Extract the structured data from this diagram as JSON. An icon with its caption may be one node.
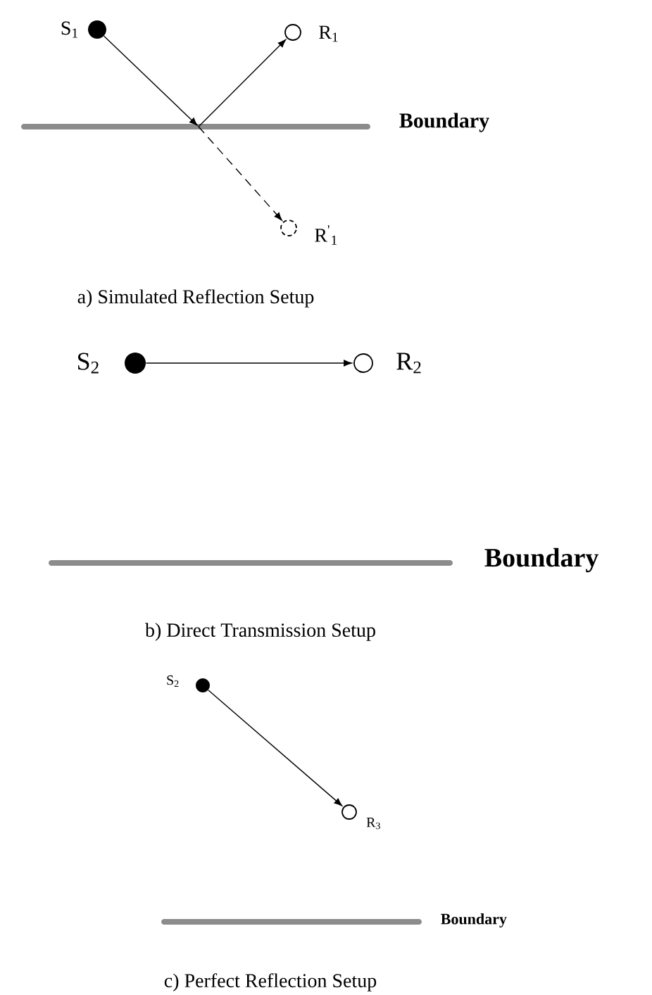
{
  "diagram": {
    "nodes": [
      {
        "text": [],
        "shape": "circle",
        "beside": [
          "S$_{1}$"
        ]
      },
      {
        "text": [],
        "shape": "circle",
        "beside": [
          "R$_{1}$"
        ]
      },
      {
        "text": [],
        "shape": "bar",
        "beside": [
          "Boundary"
        ]
      },
      {
        "text": [],
        "shape": "circle",
        "beside": [
          "R$^{'}$$_{1}$"
        ]
      },
      {
        "text": [],
        "shape": "circle",
        "beside": [
          "S$_{2}$"
        ]
      },
      {
        "text": [],
        "shape": "circle",
        "beside": [
          "R$_{2}$"
        ]
      },
      {
        "text": [],
        "shape": "bar",
        "beside": [
          "Boundary"
        ]
      },
      {
        "text": [],
        "shape": "circle",
        "beside": [
          "S$_{2}$"
        ]
      },
      {
        "text": [],
        "shape": "circle",
        "beside": [
          "R$_{3}$"
        ]
      },
      {
        "text": [],
        "shape": "bar",
        "beside": [
          "Boundary"
        ]
      }
    ],
    "edges": [
      {
        "from": 0,
        "to": 2,
        "arrow": "to"
      },
      {
        "from": 2,
        "to": 1,
        "arrow": "to"
      },
      {
        "from": 2,
        "to": 3,
        "arrow": "to",
        "style": "dashed"
      },
      {
        "from": 4,
        "to": 5,
        "arrow": "to"
      },
      {
        "from": 7,
        "to": 8,
        "arrow": "to"
      }
    ],
    "labels": [
      "a) Simulated Reflection Setup",
      "b) Direct Transmission Setup",
      "c) Perfect Reflection Setup"
    ]
  }
}
